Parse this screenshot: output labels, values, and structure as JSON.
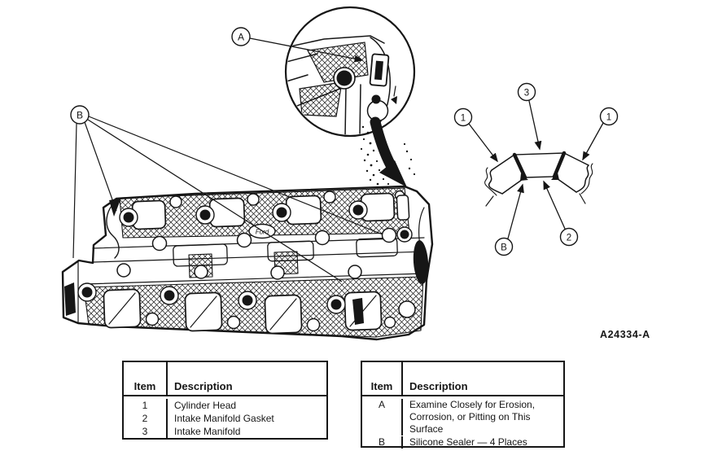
{
  "figure_code": "A24334-A",
  "main_diagram": {
    "callout_a_label": "A",
    "callout_b_label": "B",
    "brand_mark": "Ford"
  },
  "cross_section_diagram": {
    "callout_1_left": "1",
    "callout_3": "3",
    "callout_1_right": "1",
    "callout_2": "2",
    "callout_b": "B"
  },
  "parts_table": {
    "header_item": "Item",
    "header_description": "Description",
    "rows": [
      {
        "item": "1",
        "description": "Cylinder Head"
      },
      {
        "item": "2",
        "description": "Intake Manifold Gasket"
      },
      {
        "item": "3",
        "description": "Intake Manifold"
      }
    ]
  },
  "notes_table": {
    "header_item": "Item",
    "header_description": "Description",
    "rows": [
      {
        "item": "A",
        "description": "Examine Closely for Erosion, Corrosion, or Pitting on This Surface"
      },
      {
        "item": "B",
        "description": "Silicone Sealer — 4 Places"
      }
    ]
  }
}
